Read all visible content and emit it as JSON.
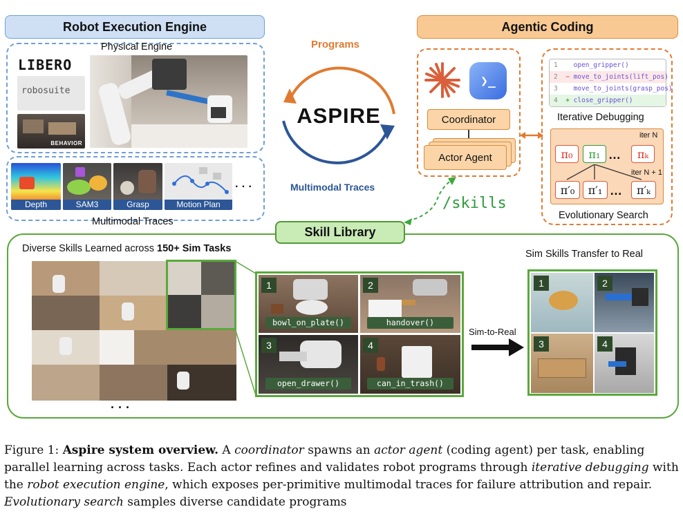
{
  "robot_engine": {
    "title": "Robot Execution Engine",
    "physical_engine_label": "Physical Engine",
    "logos": [
      "LIBERO",
      "robosuite",
      "BEHAVIOR"
    ],
    "traces": [
      "Depth",
      "SAM3",
      "Grasp",
      "Motion Plan"
    ],
    "traces_more": "· · ·",
    "traces_label": "Multimodal Traces"
  },
  "cycle": {
    "top": "Programs",
    "center": "ASPIRE",
    "bottom": "Multimodal Traces"
  },
  "agentic": {
    "title": "Agentic Coding",
    "coordinator": "Coordinator",
    "actor": "Actor Agent",
    "terminal_glyph": "❯_",
    "code_lines": [
      {
        "num": "1",
        "mark": "",
        "text": "open_gripper()"
      },
      {
        "num": "2",
        "mark": "−",
        "text": "move_to_joints(lift_pos)"
      },
      {
        "num": "3",
        "mark": "",
        "text": "move_to_joints(grasp_pos)"
      },
      {
        "num": "4",
        "mark": "+",
        "text": "close_gripper()"
      }
    ],
    "debug_label": "Iterative Debugging",
    "iter_n": "iter N",
    "iter_n1": "iter N + 1",
    "pi_row1": [
      "π₀",
      "π₁",
      "πₖ"
    ],
    "pi_row2": [
      "π′₀",
      "π′₁",
      "π′ₖ"
    ],
    "ellipsis": "…",
    "evo_label": "Evolutionary Search",
    "skills_cmd": "/skills"
  },
  "skill_library": {
    "title": "Skill Library",
    "diverse_label_prefix": "Diverse Skills Learned across ",
    "diverse_label_bold": "150+ Sim Tasks",
    "more": "· · ·",
    "skills": [
      {
        "num": "1",
        "fn": "bowl_on_plate()"
      },
      {
        "num": "2",
        "fn": "handover()"
      },
      {
        "num": "3",
        "fn": "open_drawer()"
      },
      {
        "num": "4",
        "fn": "can_in_trash()"
      }
    ],
    "sim_to_real": "Sim-to-Real",
    "transfer_label": "Sim Skills Transfer to Real",
    "real_nums": [
      "1",
      "2",
      "3",
      "4"
    ]
  },
  "caption": {
    "fig": "Figure 1:",
    "bold": "Aspire system overview.",
    "segments": [
      {
        "t": " A ",
        "s": "n"
      },
      {
        "t": "coordinator",
        "s": "i"
      },
      {
        "t": " spawns an ",
        "s": "n"
      },
      {
        "t": "actor agent",
        "s": "i"
      },
      {
        "t": " (coding agent) per task, enabling parallel learning across tasks. Each actor refines and validates robot programs through ",
        "s": "n"
      },
      {
        "t": "iterative debugging",
        "s": "i"
      },
      {
        "t": " with the ",
        "s": "n"
      },
      {
        "t": "robot execution engine",
        "s": "i"
      },
      {
        "t": ", which exposes per-primitive multimodal traces for failure attribution and repair. ",
        "s": "n"
      },
      {
        "t": "Evolutionary search",
        "s": "i"
      },
      {
        "t": " samples diverse candidate programs",
        "s": "n"
      }
    ]
  },
  "colors": {
    "blue": "#2c5696",
    "orange": "#e07a30",
    "green": "#5aa83c",
    "purple_accent": "#6b4fd8"
  }
}
